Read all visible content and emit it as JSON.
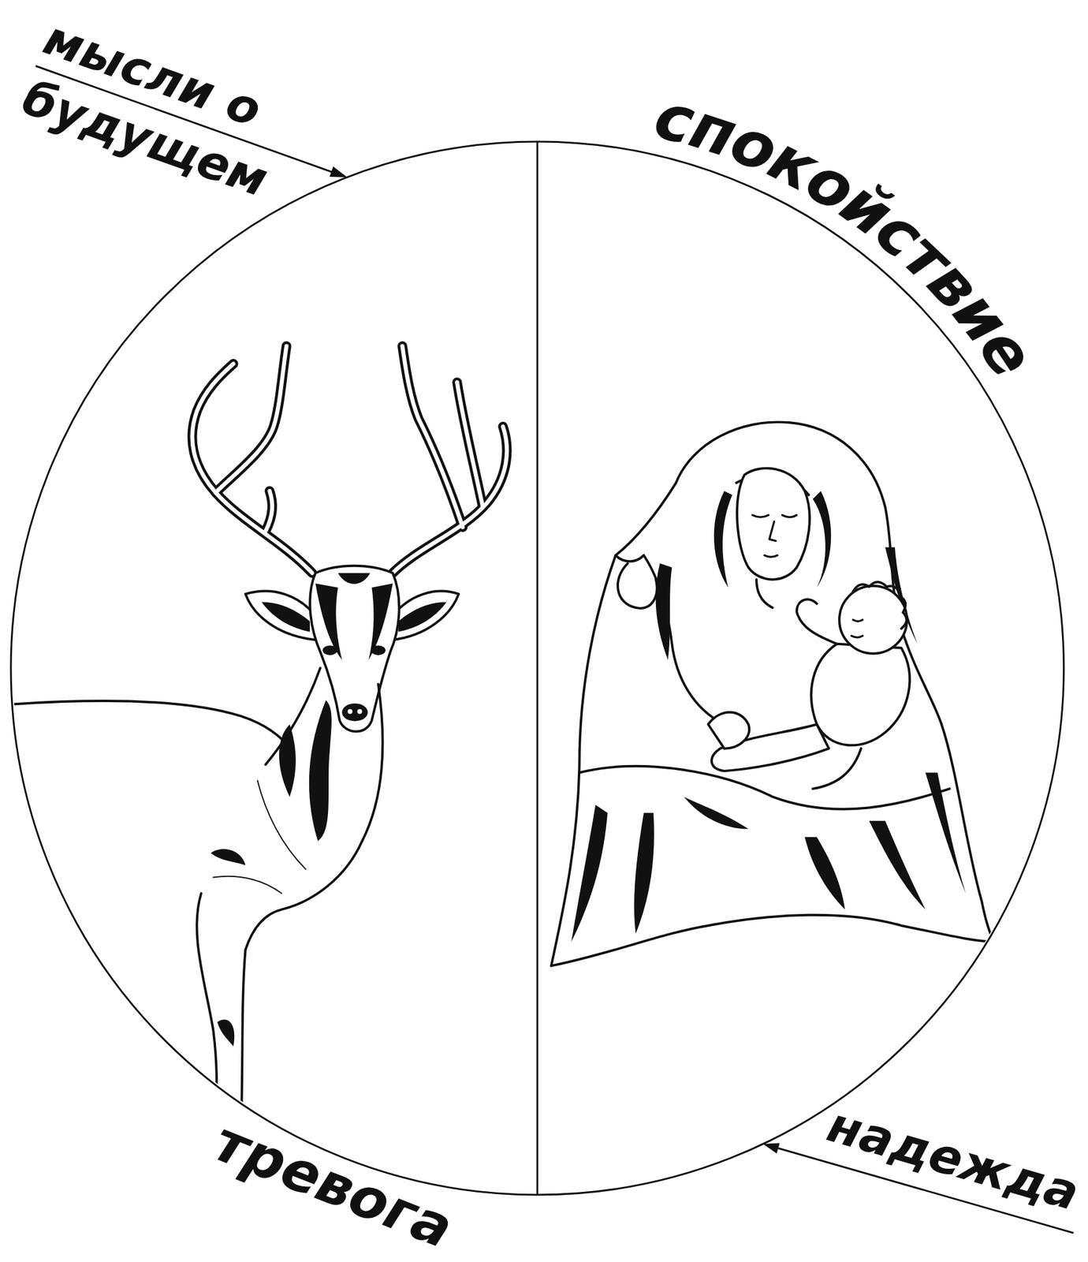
{
  "diagram": {
    "labels": [
      "мысли о будущем",
      "спокойствие",
      "тревога",
      "надежда"
    ]
  }
}
